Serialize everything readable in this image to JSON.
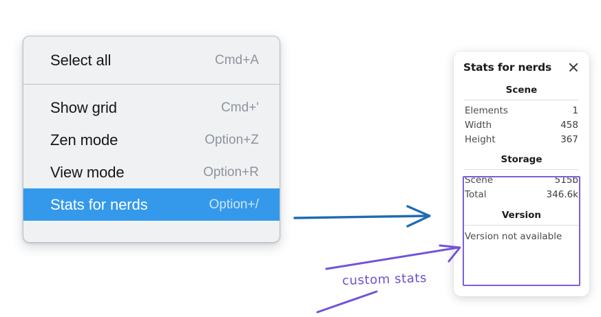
{
  "menu": {
    "groups": [
      {
        "items": [
          {
            "label": "Select all",
            "shortcut": "Cmd+A",
            "highlighted": false
          }
        ]
      },
      {
        "items": [
          {
            "label": "Show grid",
            "shortcut": "Cmd+'",
            "highlighted": false
          },
          {
            "label": "Zen mode",
            "shortcut": "Option+Z",
            "highlighted": false
          },
          {
            "label": "View mode",
            "shortcut": "Option+R",
            "highlighted": false
          },
          {
            "label": "Stats for nerds",
            "shortcut": "Option+/",
            "highlighted": true
          }
        ]
      }
    ],
    "highlight_color": "#3499eb",
    "background_color": "#f0f1f3"
  },
  "stats_panel": {
    "title": "Stats for nerds",
    "close_icon": "close-icon",
    "sections": [
      {
        "heading": "Scene",
        "rows": [
          {
            "key": "Elements",
            "value": "1"
          },
          {
            "key": "Width",
            "value": "458"
          },
          {
            "key": "Height",
            "value": "367"
          }
        ]
      },
      {
        "heading": "Storage",
        "rows": [
          {
            "key": "Scene",
            "value": "515b"
          },
          {
            "key": "Total",
            "value": "346.6k"
          }
        ]
      },
      {
        "heading": "Version",
        "text": "Version not available"
      }
    ]
  },
  "annotations": {
    "handwritten_note": "custom stats",
    "note_color": "#6d4fcf",
    "arrow_color": "#1f6bb0",
    "highlight_box_color": "#7d5fd6"
  }
}
